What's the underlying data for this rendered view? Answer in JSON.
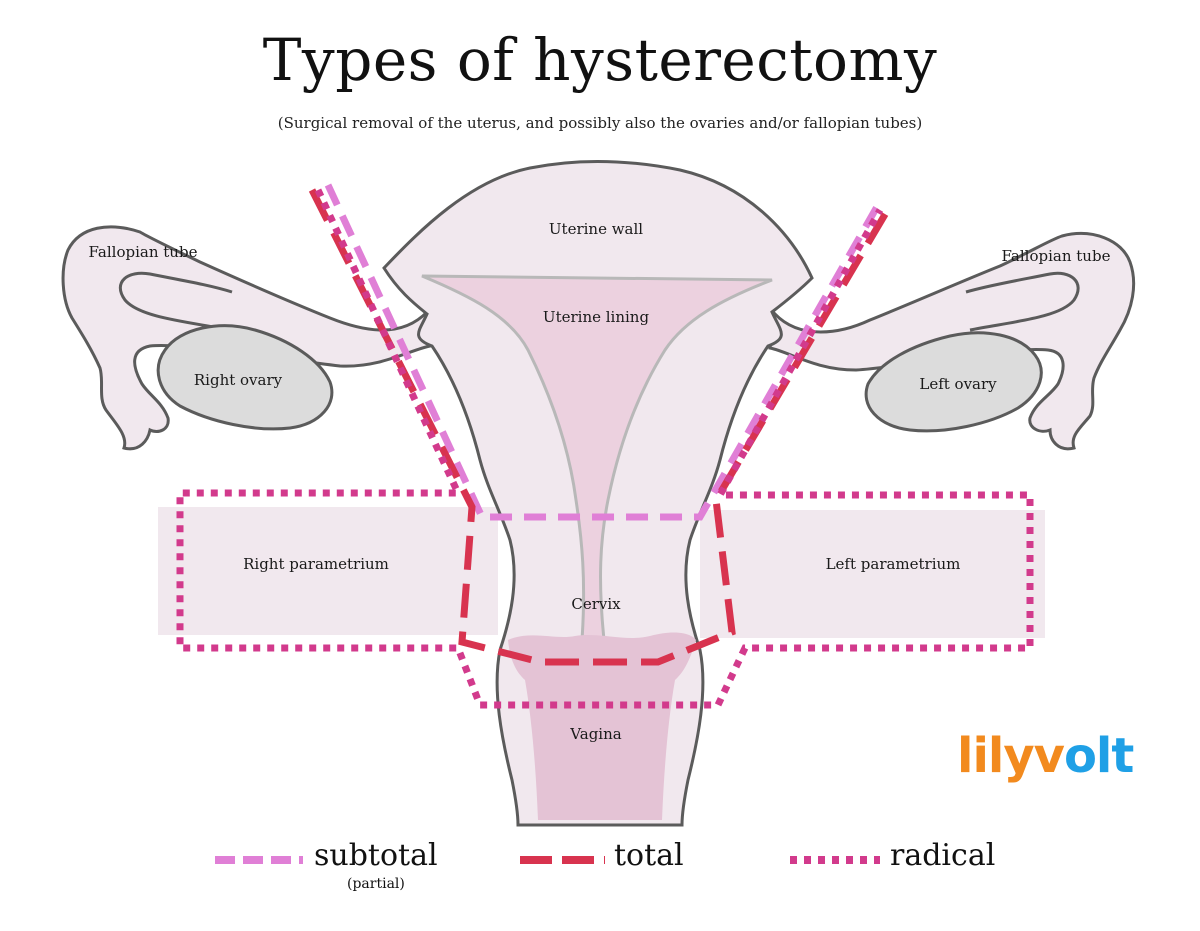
{
  "title": "Types of hysterectomy",
  "subtitle": "(Surgical removal of the uterus, and possibly also the ovaries and/or fallopian tubes)",
  "labels": {
    "uterine_wall": "Uterine wall",
    "uterine_lining": "Uterine lining",
    "fallopian_tube_right": "Fallopian tube",
    "fallopian_tube_left": "Fallopian tube",
    "right_ovary": "Right ovary",
    "left_ovary": "Left ovary",
    "right_parametrium": "Right parametrium",
    "left_parametrium": "Left parametrium",
    "cervix": "Cervix",
    "vagina": "Vagina"
  },
  "legend": {
    "subtotal": "subtotal",
    "subtotal_note": "(partial)",
    "total": "total",
    "radical": "radical"
  },
  "logo": {
    "part1": "lily",
    "part2": "v",
    "part3": "olt"
  },
  "colors": {
    "subtotal": "#e07fd6",
    "total": "#d8334f",
    "radical": "#d23a8c",
    "tissue": "#f1e8ee",
    "lining": "#ecd1df",
    "ovary": "#dcdcdc",
    "outline": "#5b5b5b",
    "logo_orange": "#f28a1e",
    "logo_blue": "#1fa0e6"
  }
}
